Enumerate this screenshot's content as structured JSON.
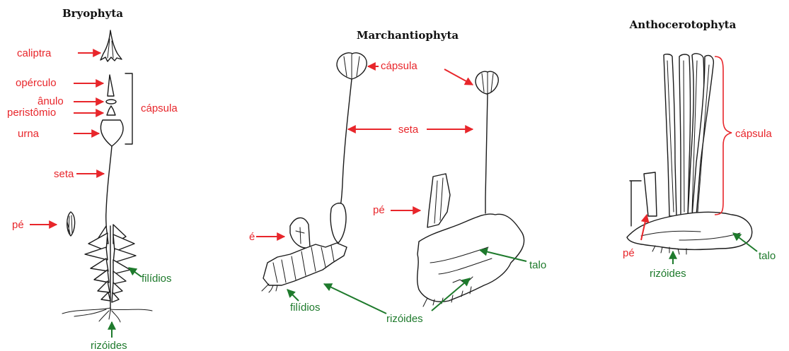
{
  "colors": {
    "label_red": "#e8262b",
    "label_green": "#1e7a2c",
    "ink": "#1a1a1a",
    "background": "#ffffff"
  },
  "panels": {
    "bryophyta": {
      "title": "Bryophyta",
      "labels": {
        "caliptra": "caliptra",
        "operculo": "opérculo",
        "anulo": "ânulo",
        "peristomio": "peristômio",
        "urna": "urna",
        "capsula": "cápsula",
        "seta": "seta",
        "pe": "pé",
        "filidios": "filídios",
        "rizoides": "rizóides"
      }
    },
    "marchantiophyta": {
      "title": "Marchantiophyta",
      "labels": {
        "capsula": "cápsula",
        "seta": "seta",
        "pe_left": "é",
        "pe_right": "pé",
        "talo": "talo",
        "filidios": "filídios",
        "rizoides": "rizóides"
      }
    },
    "anthocerotophyta": {
      "title": "Anthocerotophyta",
      "labels": {
        "capsula": "cápsula",
        "pe": "pé",
        "rizoides": "rizóides",
        "talo": "talo"
      }
    }
  }
}
